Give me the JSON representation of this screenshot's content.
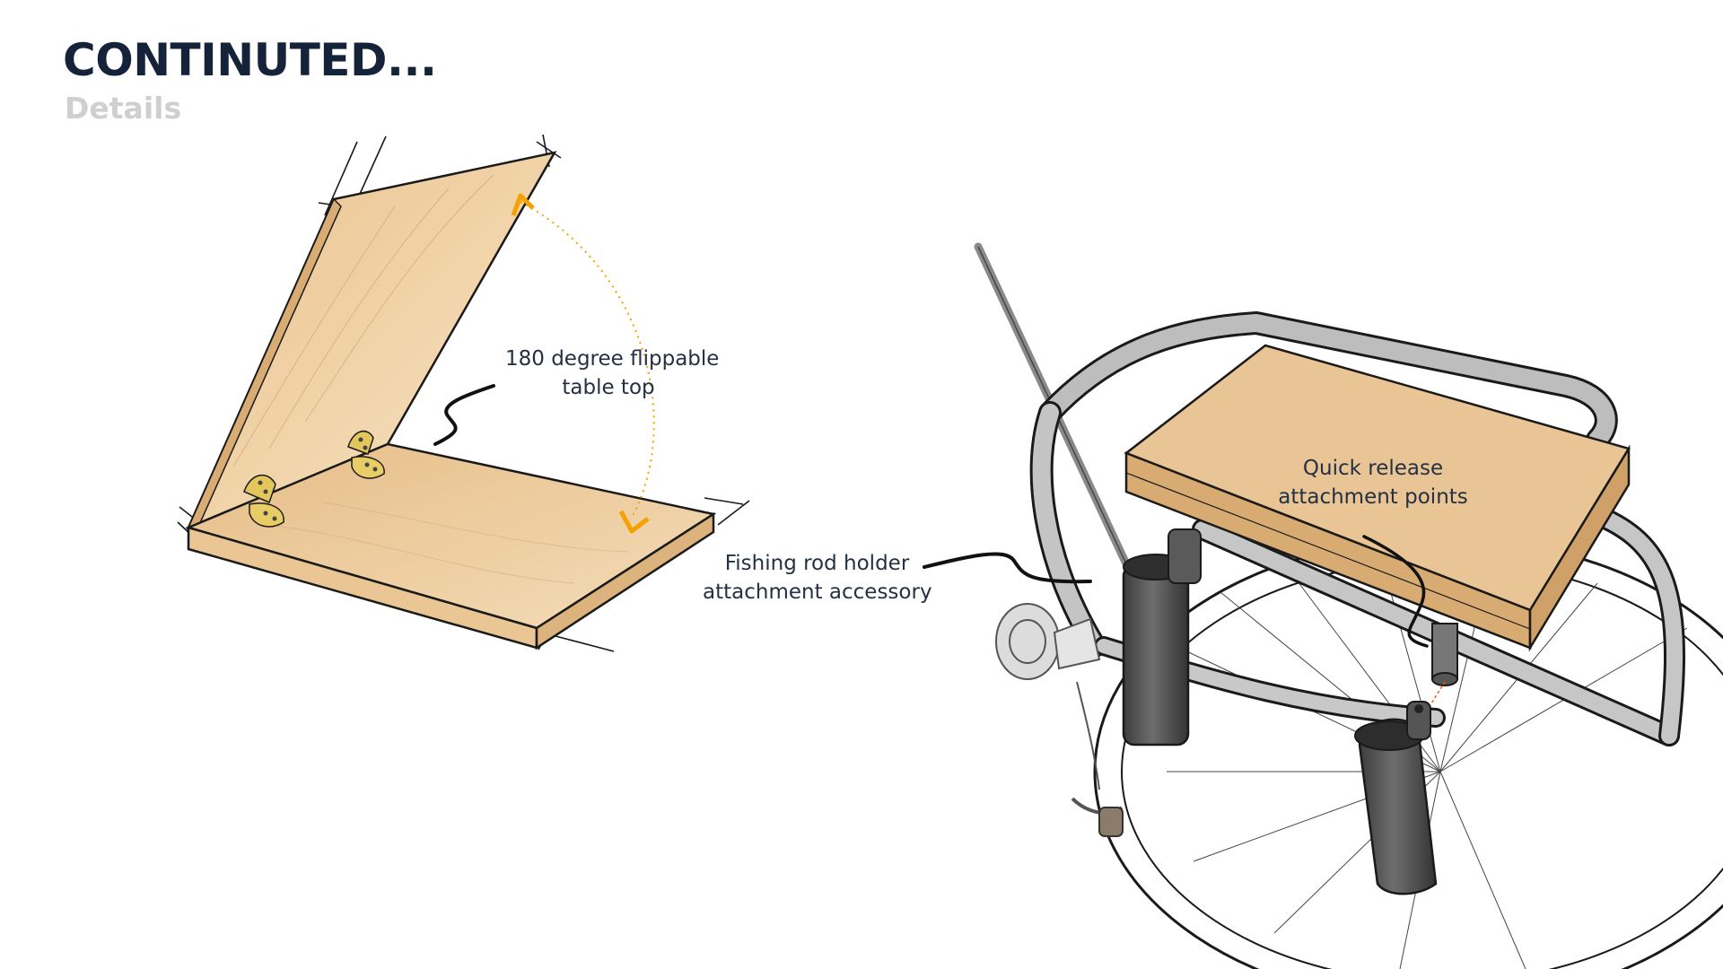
{
  "header": {
    "title": "CONTINUTED...",
    "subtitle": "Details"
  },
  "callouts": {
    "flip_table": {
      "line1": "180 degree flippable",
      "line2": "table top"
    },
    "quick_release": {
      "line1": "Quick release",
      "line2": "attachment points"
    },
    "rod_holder": {
      "line1": "Fishing rod holder",
      "line2": "attachment accessory"
    }
  },
  "colors": {
    "title": "#15233a",
    "subtitle": "#cfcfcf",
    "wood": "#ecc997",
    "arrow": "#f5a100",
    "metal": "#b9b9b9",
    "holder": "#555555"
  }
}
